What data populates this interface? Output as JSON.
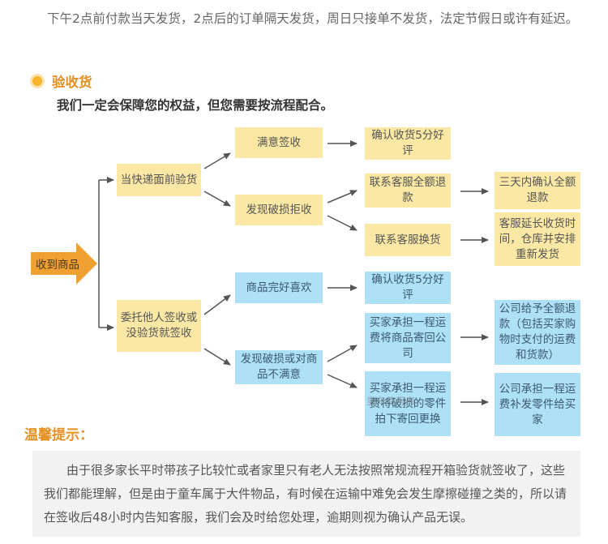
{
  "intro": {
    "text": "下午2点前付款当天发货，2点后的订单隔天发货，周日只接单不发货，法定节假日或许有延迟。"
  },
  "section": {
    "title": "验收货",
    "subtitle": "我们一定会保障您的权益，但您需要按流程配合。"
  },
  "flow": {
    "start": "收到商品",
    "branch_courier": "当快递面前验货",
    "branch_delegate": "委托他人签收或没验货就签收",
    "satisfied_sign": "满意签收",
    "confirm_receipt_1": "确认收货5分好评",
    "found_damage_reject": "发现破损拒收",
    "contact_cs_refund": "联系客服全额退款",
    "refund_within_3days": "三天内确认全额退款",
    "contact_cs_exchange": "联系客服换货",
    "cs_extend_reship": "客服延长收货时间，仓库并安排重新发货",
    "goods_intact": "商品完好喜欢",
    "confirm_receipt_2": "确认收货5分好评",
    "found_damage_unsatisfied": "发现破损或对商品不满意",
    "buyer_pay_return": "买家承担一程运费将商品寄回公司",
    "company_full_refund": "公司给予全额退款（包括买家购物时支付的运费和货款）",
    "buyer_pay_parts": "买家承担一程运费将破损的零件拍下寄回更换",
    "company_pay_parts": "公司承担一程运费补发零件给买家"
  },
  "watermark": "童车使用书",
  "tips": {
    "title": "温馨提示：",
    "text": "由于很多家长平时带孩子比较忙或者家里只有老人无法按照常规流程开箱验货就签收了，这些我们都能理解，但是由于童车属于大件物品，有时候在运输中难免会发生摩擦碰撞之类的，所以请在签收后48小时内告知客服，我们会及时给您处理，逾期则视为确认产品无误。"
  },
  "colors": {
    "yellow_box": "#fbe8a4",
    "blue_box": "#aee0f6",
    "orange_accent": "#e59020",
    "arrow_orange": "#f0a030",
    "line_gray": "#555555"
  }
}
